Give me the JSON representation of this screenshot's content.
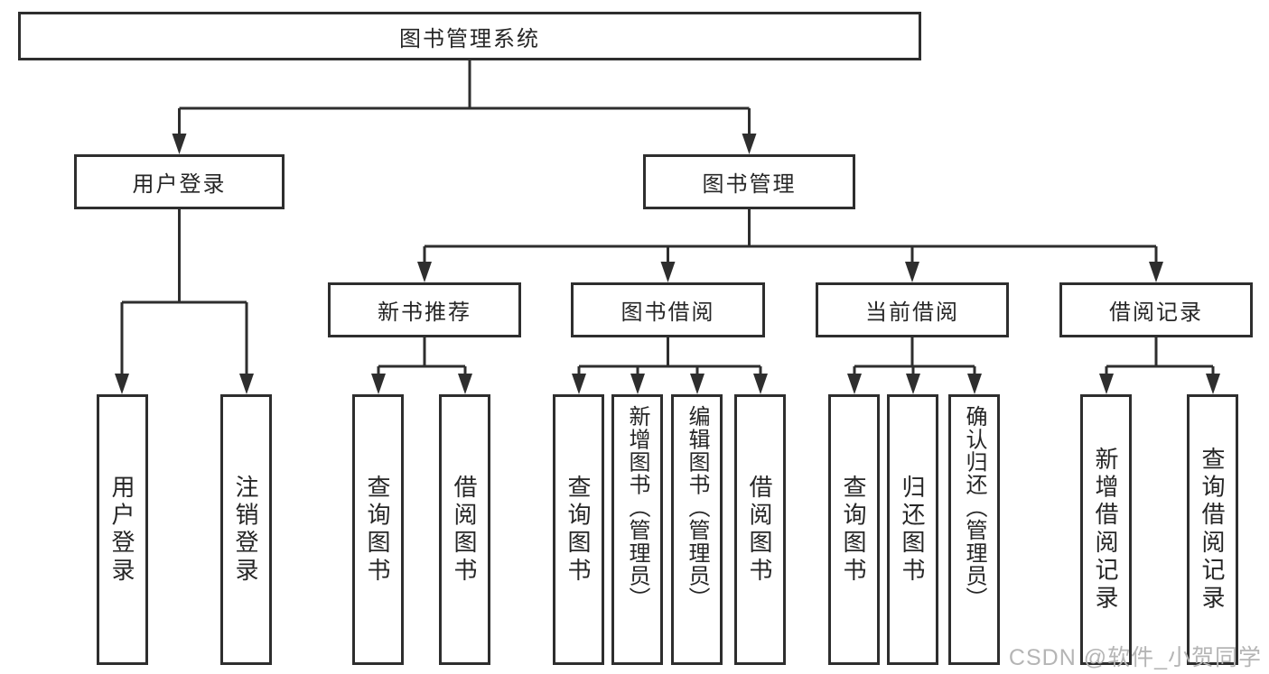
{
  "tree": {
    "root": {
      "label": "图书管理系统"
    },
    "branches": [
      {
        "label": "用户登录",
        "children": [
          {
            "label": "用户登录"
          },
          {
            "label": "注销登录"
          }
        ]
      },
      {
        "label": "图书管理",
        "children": [
          {
            "label": "新书推荐",
            "children": [
              {
                "label": "查询图书"
              },
              {
                "label": "借阅图书"
              }
            ]
          },
          {
            "label": "图书借阅",
            "children": [
              {
                "label": "查询图书"
              },
              {
                "label": "新增图书（管理员）"
              },
              {
                "label": "编辑图书（管理员）"
              },
              {
                "label": "借阅图书"
              }
            ]
          },
          {
            "label": "当前借阅",
            "children": [
              {
                "label": "查询图书"
              },
              {
                "label": "归还图书"
              },
              {
                "label": "确认归还（管理员）"
              }
            ]
          },
          {
            "label": "借阅记录",
            "children": [
              {
                "label": "新增借阅记录"
              },
              {
                "label": "查询借阅记录"
              }
            ]
          }
        ]
      }
    ]
  },
  "watermark": {
    "text": "CSDN @软件_小贺同学"
  },
  "colors": {
    "line": "#2e2e2e",
    "text": "#262626",
    "background": "#ffffff",
    "watermark": "#b5b5b5"
  }
}
